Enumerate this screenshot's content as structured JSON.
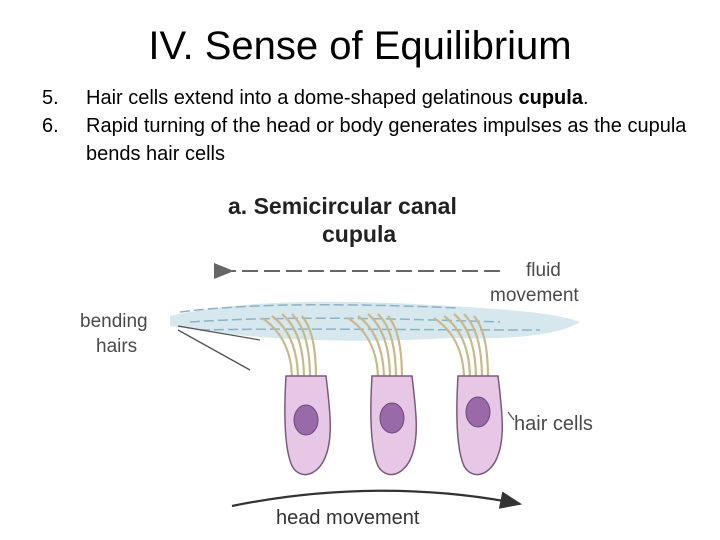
{
  "slide": {
    "title": "IV. Sense of Equilibrium",
    "bullets": [
      {
        "num": "5.",
        "parts": [
          "Hair cells extend into a dome-shaped gelatinous ",
          "cupula",
          "."
        ]
      },
      {
        "num": "6.",
        "parts": [
          "Rapid turning of the head or body generates impulses as the cupula bends hair cells"
        ]
      }
    ]
  },
  "figure": {
    "title_line1": "a. Semicircular canal",
    "title_line2": "cupula",
    "fluid_line1": "fluid",
    "fluid_line2": "movement",
    "bending_line1": "bending",
    "bending_line2": "hairs",
    "hair_cells": "hair cells",
    "head_movement": "head movement",
    "colors": {
      "cell_fill": "#e6c8e6",
      "cell_stroke": "#7a5a7a",
      "nucleus": "#9a6aa8",
      "hair": "#c9b98a",
      "cupula": "#b9d6df",
      "label_gray": "#4a4a4a"
    }
  }
}
